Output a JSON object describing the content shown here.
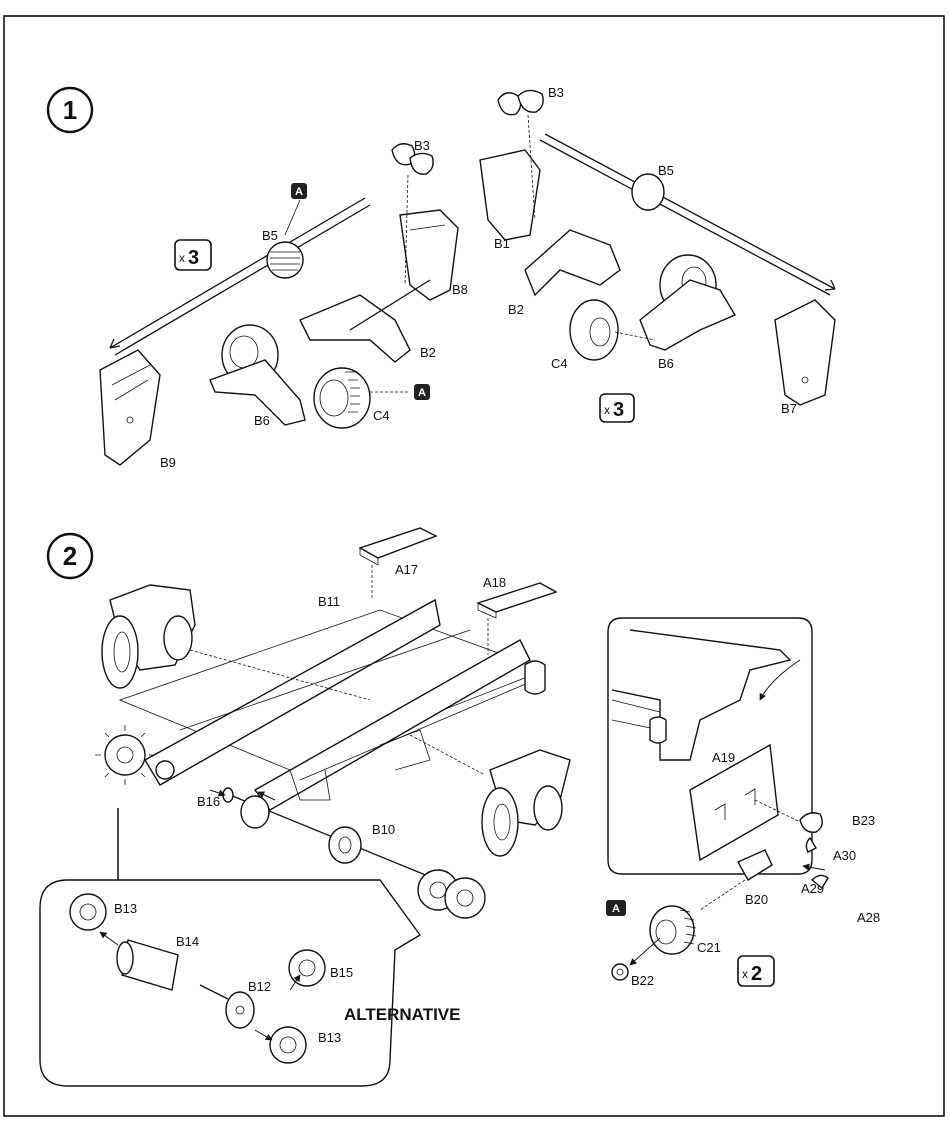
{
  "steps": {
    "step1": "1",
    "step2": "2"
  },
  "step1_labels": {
    "b3_left": "B3",
    "b5_left": "B5",
    "b8": "B8",
    "b2_left": "B2",
    "b9": "B9",
    "b6_left": "B6",
    "c4_left": "C4",
    "b3_right": "B3",
    "b5_right": "B5",
    "b1": "B1",
    "b2_right": "B2",
    "c4_right": "C4",
    "b6_right": "B6",
    "b7": "B7",
    "mult_left": "3",
    "mult_right": "3",
    "mult_prefix": "x"
  },
  "step2_labels": {
    "a17": "A17",
    "a18": "A18",
    "b11": "B11",
    "b16": "B16",
    "b10": "B10",
    "a19": "A19",
    "b23": "B23",
    "a30": "A30",
    "a29": "A29",
    "a28": "A28",
    "b20": "B20",
    "c21": "C21",
    "b22": "B22",
    "mult": "2",
    "mult_prefix": "x"
  },
  "alternative_labels": {
    "b13_top": "B13",
    "b14": "B14",
    "b12": "B12",
    "b15": "B15",
    "b13_bottom": "B13",
    "caption": "ALTERNATIVE"
  },
  "badges": {
    "a": "A"
  }
}
